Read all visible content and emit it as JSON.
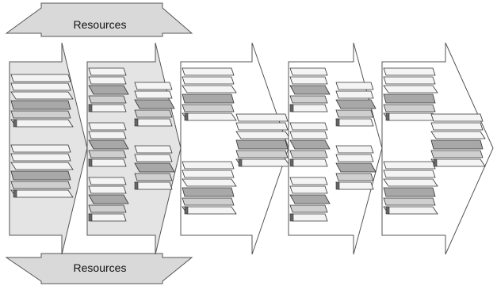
{
  "resources_top": {
    "label": "Resources"
  },
  "resources_bottom": {
    "label": "Resources"
  },
  "colors": {
    "background": "#ffffff",
    "shaded_stage": "#e4e4e4",
    "outline": "#555555",
    "bar_light": "#f4f4f4",
    "bar_mid": "#cfcfcf",
    "bar_dark": "#a8a8a8",
    "banner": "#d9d9d9"
  },
  "stages": [
    {
      "name": "stage-1",
      "shaded": true,
      "columns": 1
    },
    {
      "name": "stage-2",
      "shaded": true,
      "columns": 2
    },
    {
      "name": "stage-3",
      "shaded": false,
      "columns": 2
    },
    {
      "name": "stage-4",
      "shaded": false,
      "columns": 2
    },
    {
      "name": "stage-5",
      "shaded": false,
      "columns": 2
    }
  ]
}
